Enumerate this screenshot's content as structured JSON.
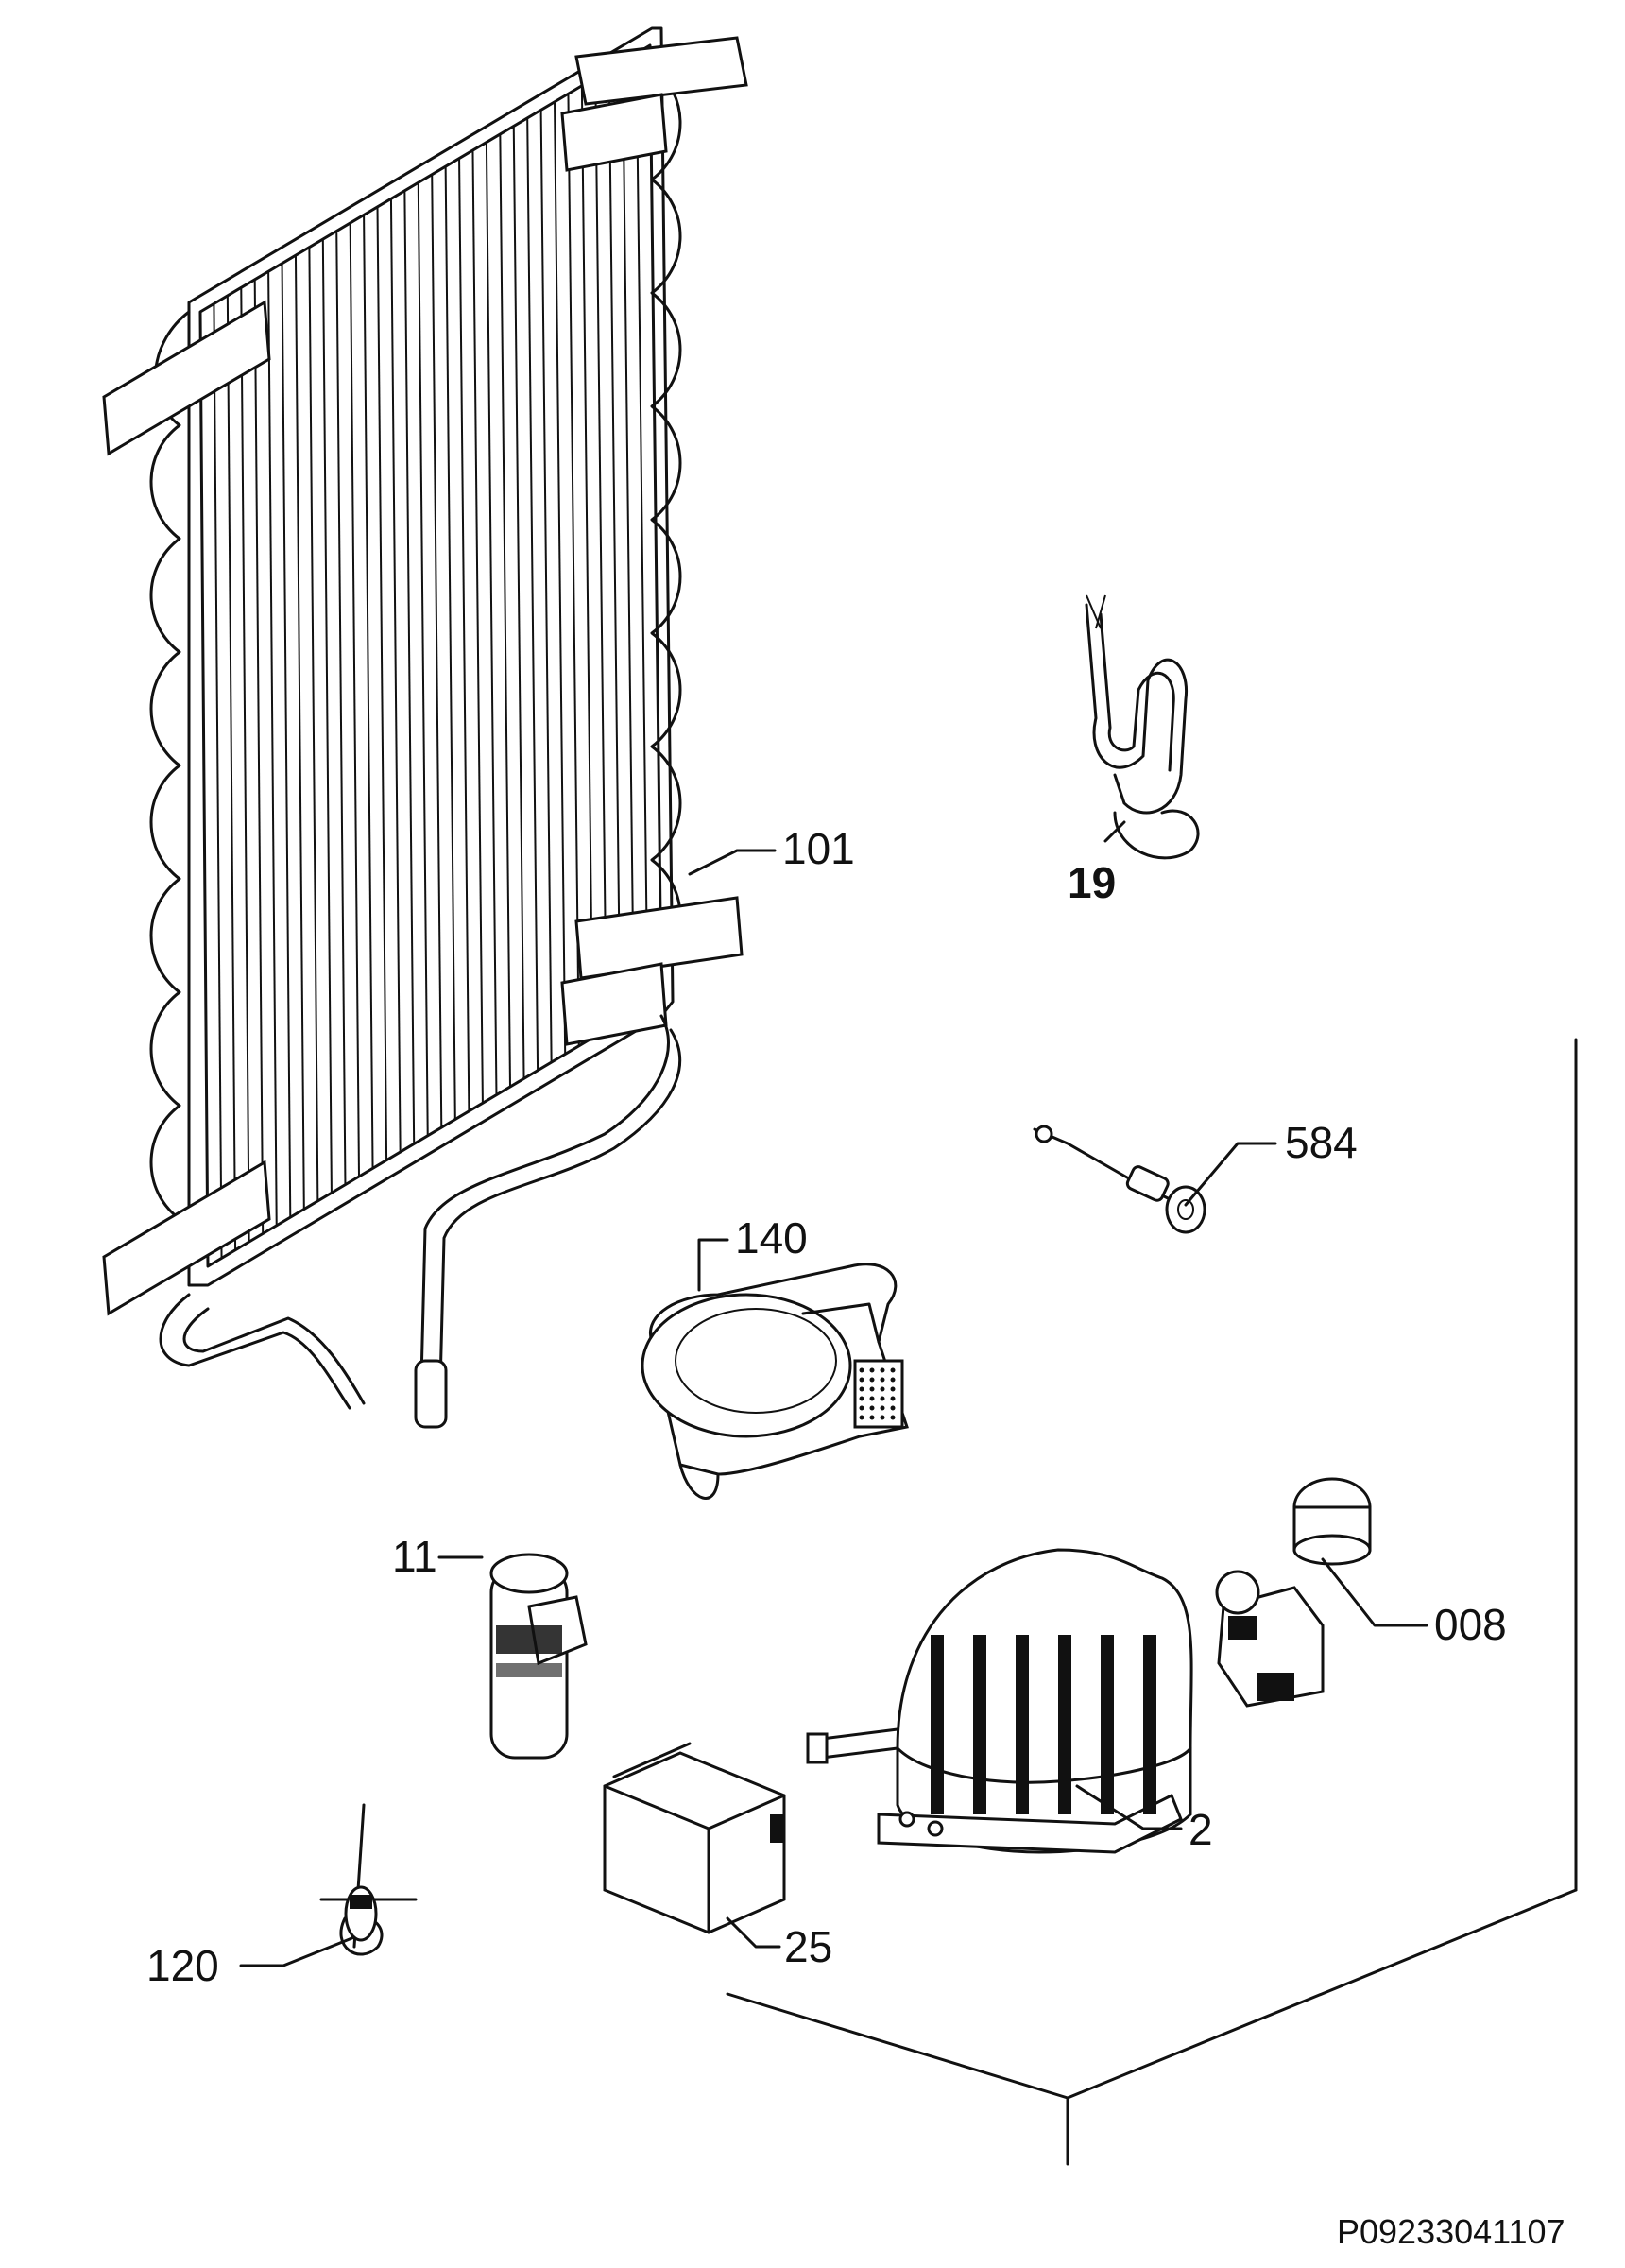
{
  "callouts": [
    {
      "id": "101",
      "label": "101",
      "bold": false
    },
    {
      "id": "19",
      "label": "19",
      "bold": true
    },
    {
      "id": "584",
      "label": "584",
      "bold": false
    },
    {
      "id": "140",
      "label": "140",
      "bold": false
    },
    {
      "id": "11",
      "label": "11",
      "bold": false
    },
    {
      "id": "008",
      "label": "008",
      "bold": false
    },
    {
      "id": "2",
      "label": "2",
      "bold": false
    },
    {
      "id": "25",
      "label": "25",
      "bold": false
    },
    {
      "id": "120",
      "label": "120",
      "bold": false
    }
  ],
  "document_code": "P09233041107"
}
